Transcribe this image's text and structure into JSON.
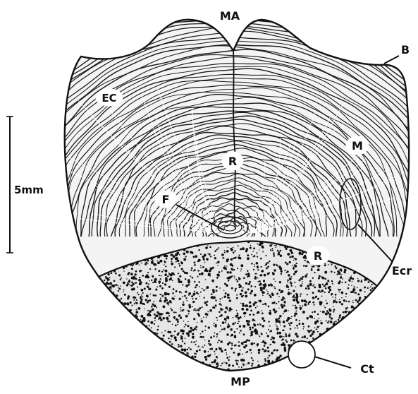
{
  "labels": {
    "ma": "MA",
    "b": "B",
    "ec": "EC",
    "m": "M",
    "r_upper": "R",
    "f": "F",
    "r_lower": "R",
    "ecr": "Ecr",
    "ct": "Ct",
    "mp": "MP"
  },
  "scale_bar": {
    "label": "5mm"
  },
  "colors": {
    "ink": "#111111",
    "paper": "#ffffff"
  }
}
